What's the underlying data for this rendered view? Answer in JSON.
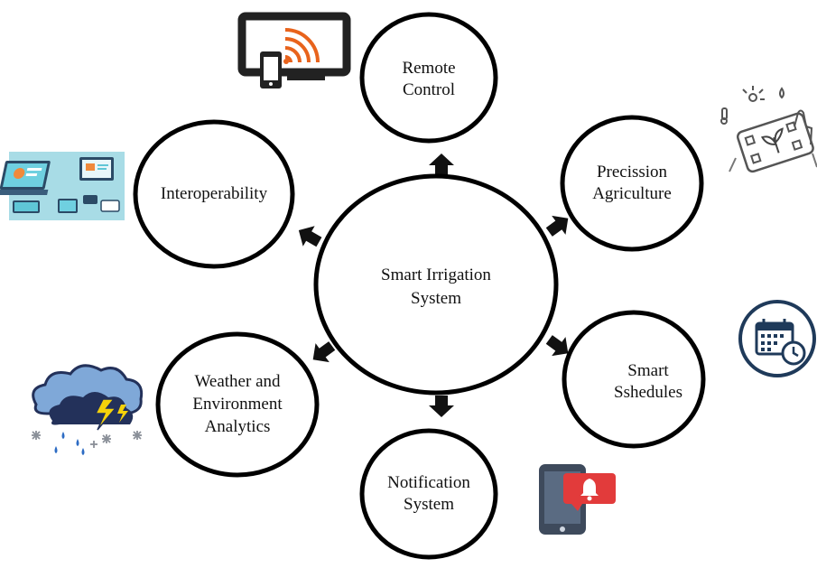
{
  "center": {
    "line1": "Smart Irrigation",
    "line2": "System"
  },
  "nodes": {
    "remote_control": {
      "line1": "Remote",
      "line2": "Control"
    },
    "precision_agriculture": {
      "line1": "Precission",
      "line2": "Agriculture"
    },
    "smart_schedules": {
      "line1": "Smart",
      "line2": "Sshedules"
    },
    "notification_system": {
      "line1": "Notification",
      "line2": "System"
    },
    "weather_analytics": {
      "line1": "Weather and",
      "line2": "Environment",
      "line3": "Analytics"
    },
    "interoperability": {
      "line1": "Interoperability"
    }
  },
  "icons": {
    "remote_control": "monitor-phone-wifi-icon",
    "precision_agriculture": "smart-farming-sensor-icon",
    "smart_schedules": "calendar-clock-icon",
    "notification_system": "phone-notification-bell-icon",
    "weather_analytics": "storm-cloud-lightning-icon",
    "interoperability": "connected-devices-icon"
  },
  "colors": {
    "outline": "#000000",
    "wifi_orange": "#e8631c",
    "notification_red": "#e23b3b",
    "phone_slate": "#3e4a5c",
    "devices_teal": "#5fc6d6",
    "storm_navy": "#23315a",
    "lightning_yellow": "#f5d20a",
    "calendar_navy": "#1f3a5a"
  }
}
